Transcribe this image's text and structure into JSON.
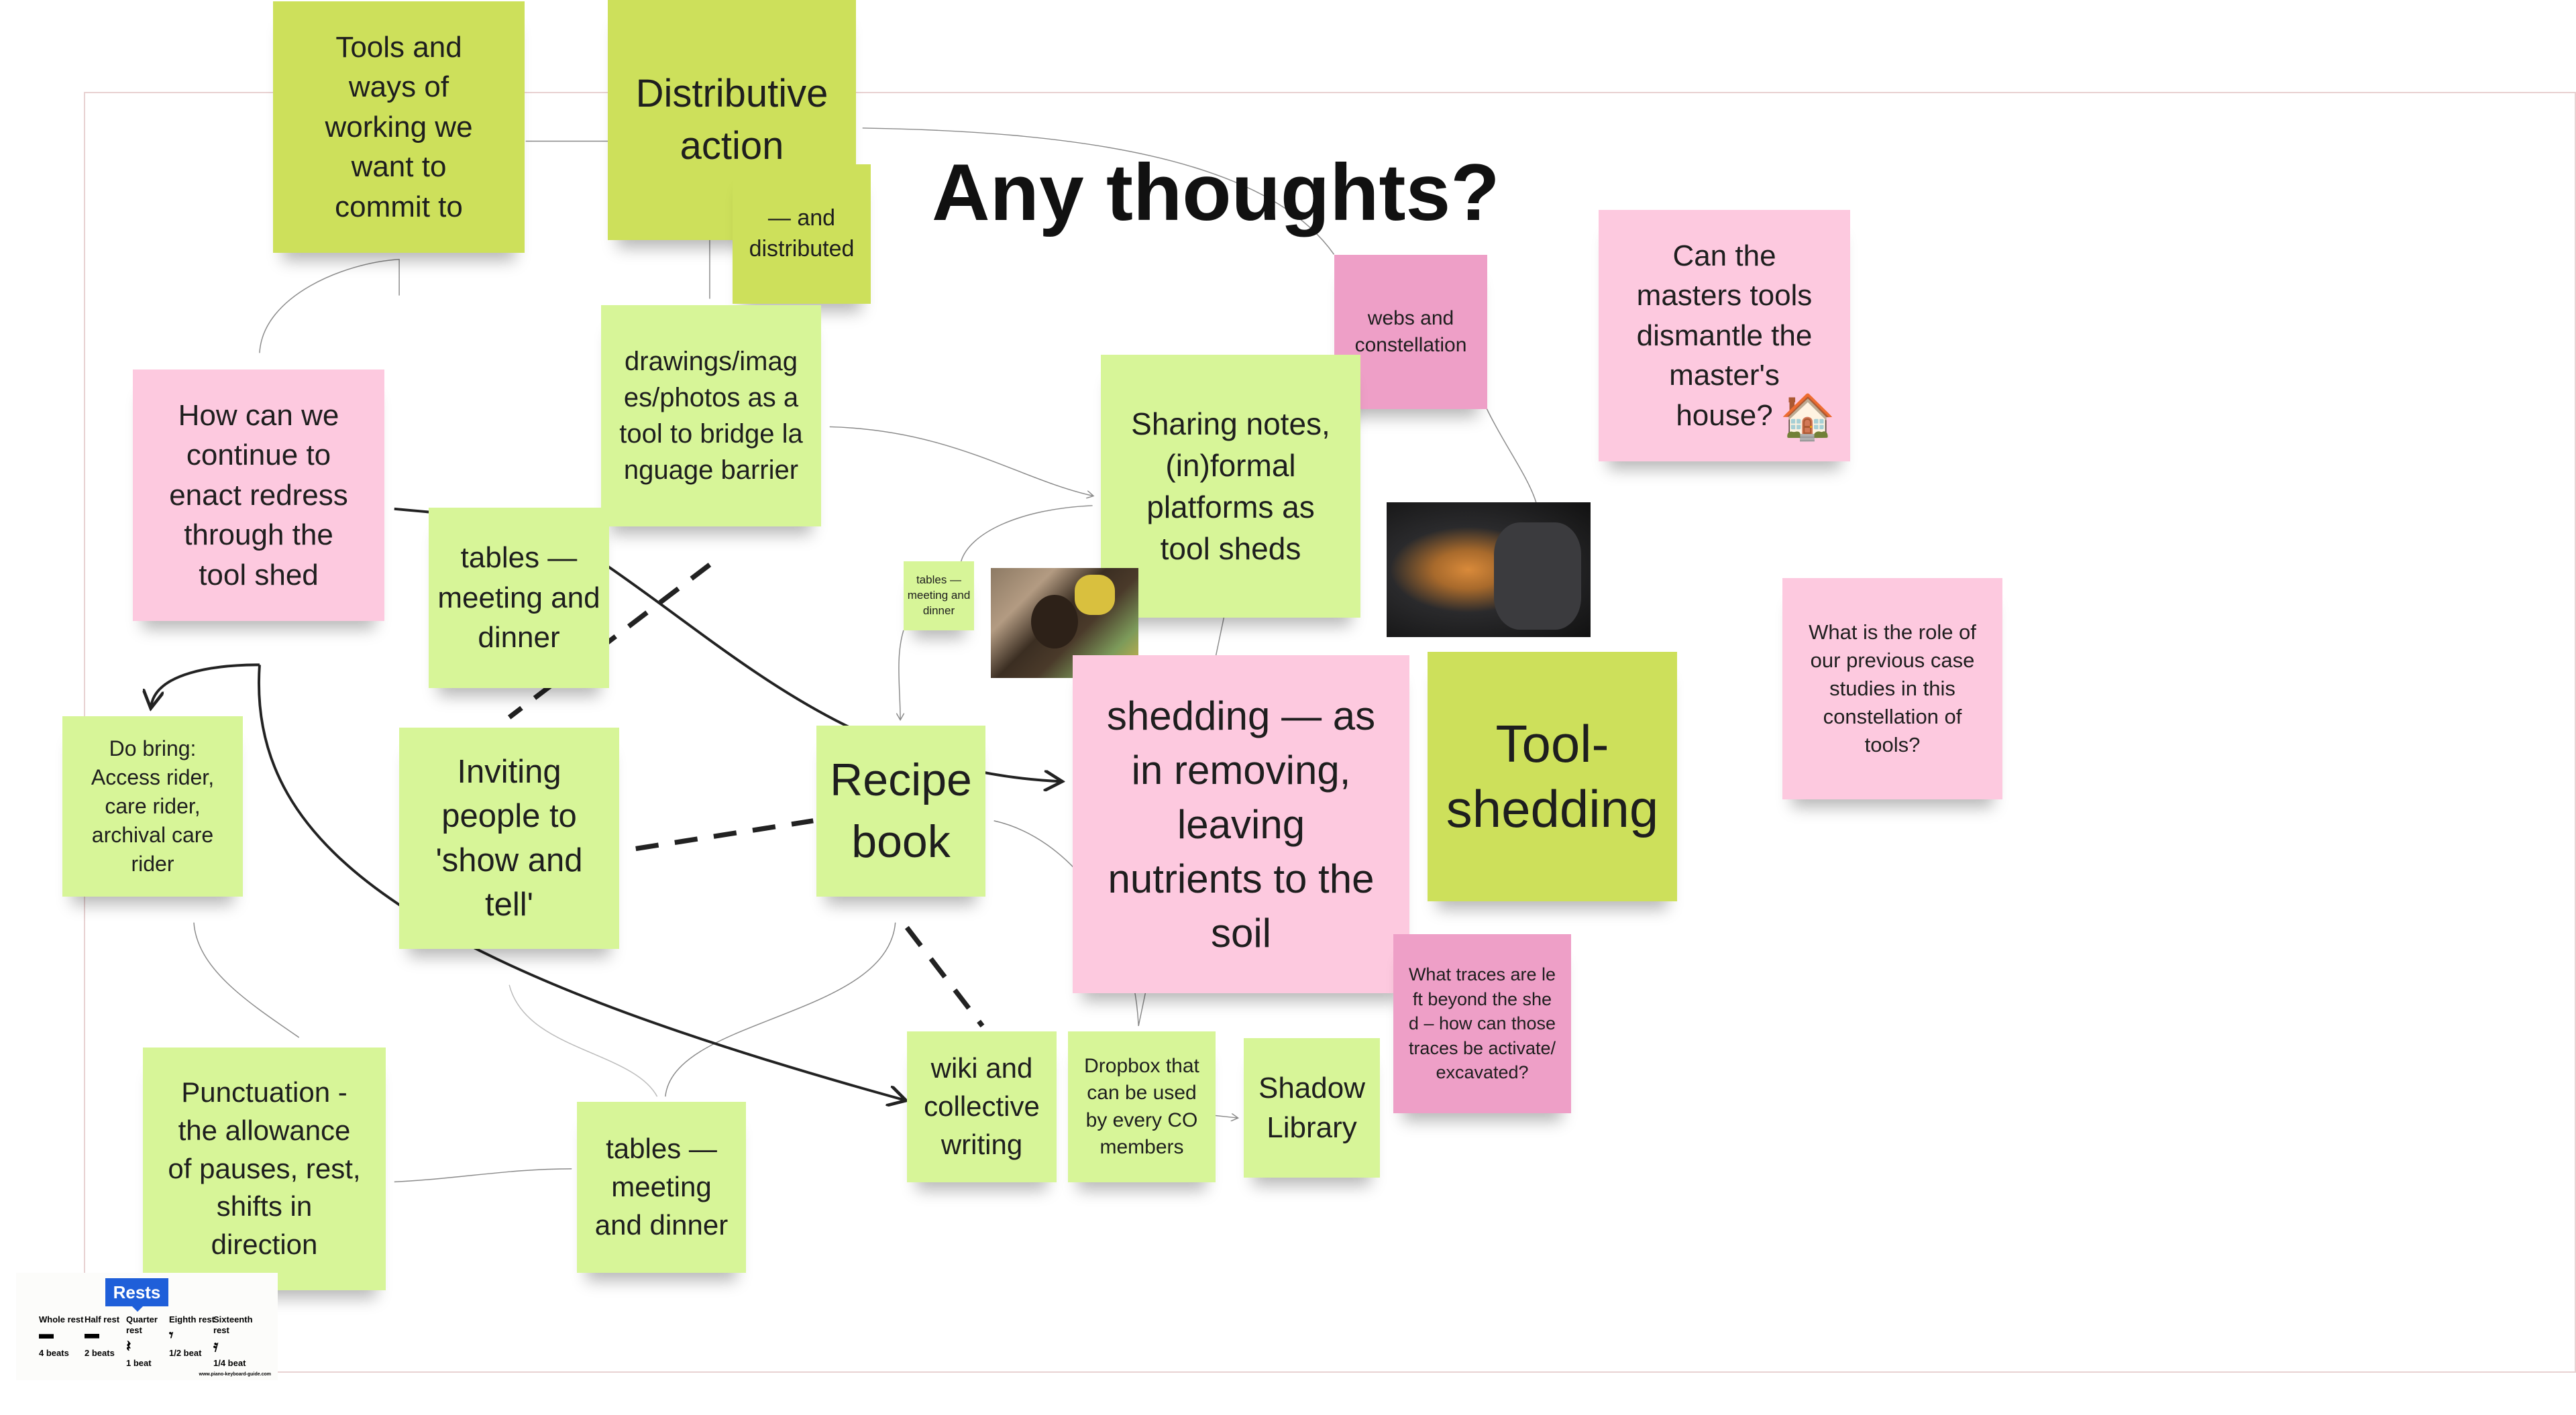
{
  "title": "Any thoughts?",
  "colors": {
    "dark_green": "#cde05b",
    "light_green": "#d7f598",
    "pink": "#fdc9df",
    "dark_pink": "#ee9fc7",
    "frame": "#e8d2d2"
  },
  "notes": [
    {
      "text": "Tools and ways of working we want to commit to"
    },
    {
      "text": "Distributive action"
    },
    {
      "text": "— and distributed"
    },
    {
      "text": "How can we continue to enact redress through the tool shed"
    },
    {
      "text": "drawings/images/photos as a tool to bridge language barrier"
    },
    {
      "text": "webs and constellation"
    },
    {
      "text": "Can the masters tools dismantle the master's house?",
      "icon": "house-icon"
    },
    {
      "text": "Sharing notes, (in)formal platforms as tool sheds"
    },
    {
      "text": "tables — meeting and dinner"
    },
    {
      "text": "tables — meeting and dinner"
    },
    {
      "text": "What is the role of our previous case studies in this constellation of tools?"
    },
    {
      "text": "Do bring: Access rider, care rider, archival care rider"
    },
    {
      "text": "Inviting people to 'show and tell'"
    },
    {
      "text": "Recipe book"
    },
    {
      "text": "shedding — as in removing, leaving nutrients to the soil"
    },
    {
      "text": "Tool-shedding"
    },
    {
      "text": "What traces are left beyond the shed – how can those traces be activate/excavated?"
    },
    {
      "text": "Punctuation - the allowance of pauses, rest, shifts in direction"
    },
    {
      "text": "tables — meeting and dinner"
    },
    {
      "text": "wiki and collective writing"
    },
    {
      "text": "Dropbox that can be used by every CO members"
    },
    {
      "text": "Shadow Library"
    }
  ],
  "rests_card": {
    "heading": "Rests",
    "items": [
      {
        "name": "Whole rest",
        "beats": "4 beats"
      },
      {
        "name": "Half rest",
        "beats": "2 beats"
      },
      {
        "name": "Quarter rest",
        "beats": "1 beat"
      },
      {
        "name": "Eighth rest",
        "beats": "1/2 beat"
      },
      {
        "name": "Sixteenth rest",
        "beats": "1/4 beat"
      }
    ],
    "source": "www.piano-keyboard-guide.com"
  }
}
